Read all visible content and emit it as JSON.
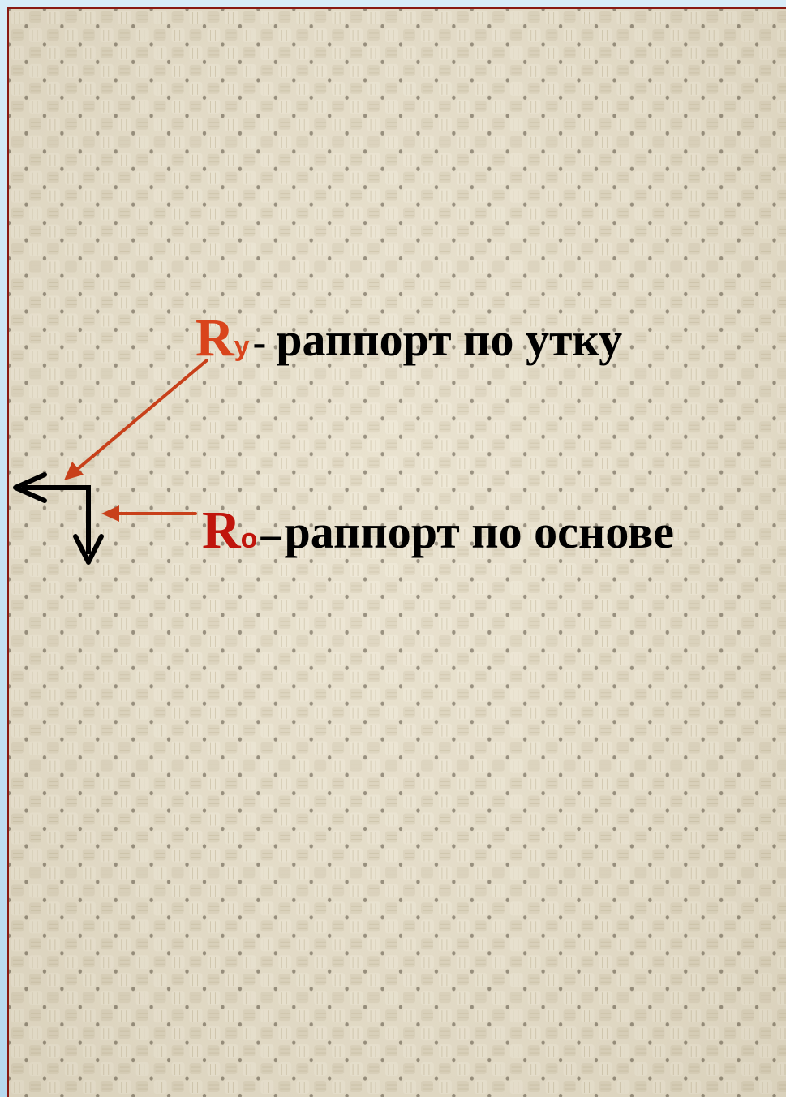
{
  "colors": {
    "ry_symbol": "#d9441c",
    "ro_symbol": "#c0150c",
    "pointer_arrow": "#c8401a",
    "repeat_arrow": "#000000",
    "fabric": "#e6dec9",
    "frame_border": "#8a1a12"
  },
  "annotations": {
    "ry": {
      "symbol": "R",
      "subscript": "у",
      "dash": "-",
      "text": "раппорт по утку"
    },
    "ro": {
      "symbol": "R",
      "subscript": "о",
      "dash": "–",
      "text": "раппорт по основе"
    }
  },
  "icons": {
    "weft_repeat_arrow": "arrow-left-icon",
    "warp_repeat_arrow": "arrow-down-icon",
    "ry_pointer": "pointer-arrow-icon",
    "ro_pointer": "pointer-arrow-icon"
  }
}
